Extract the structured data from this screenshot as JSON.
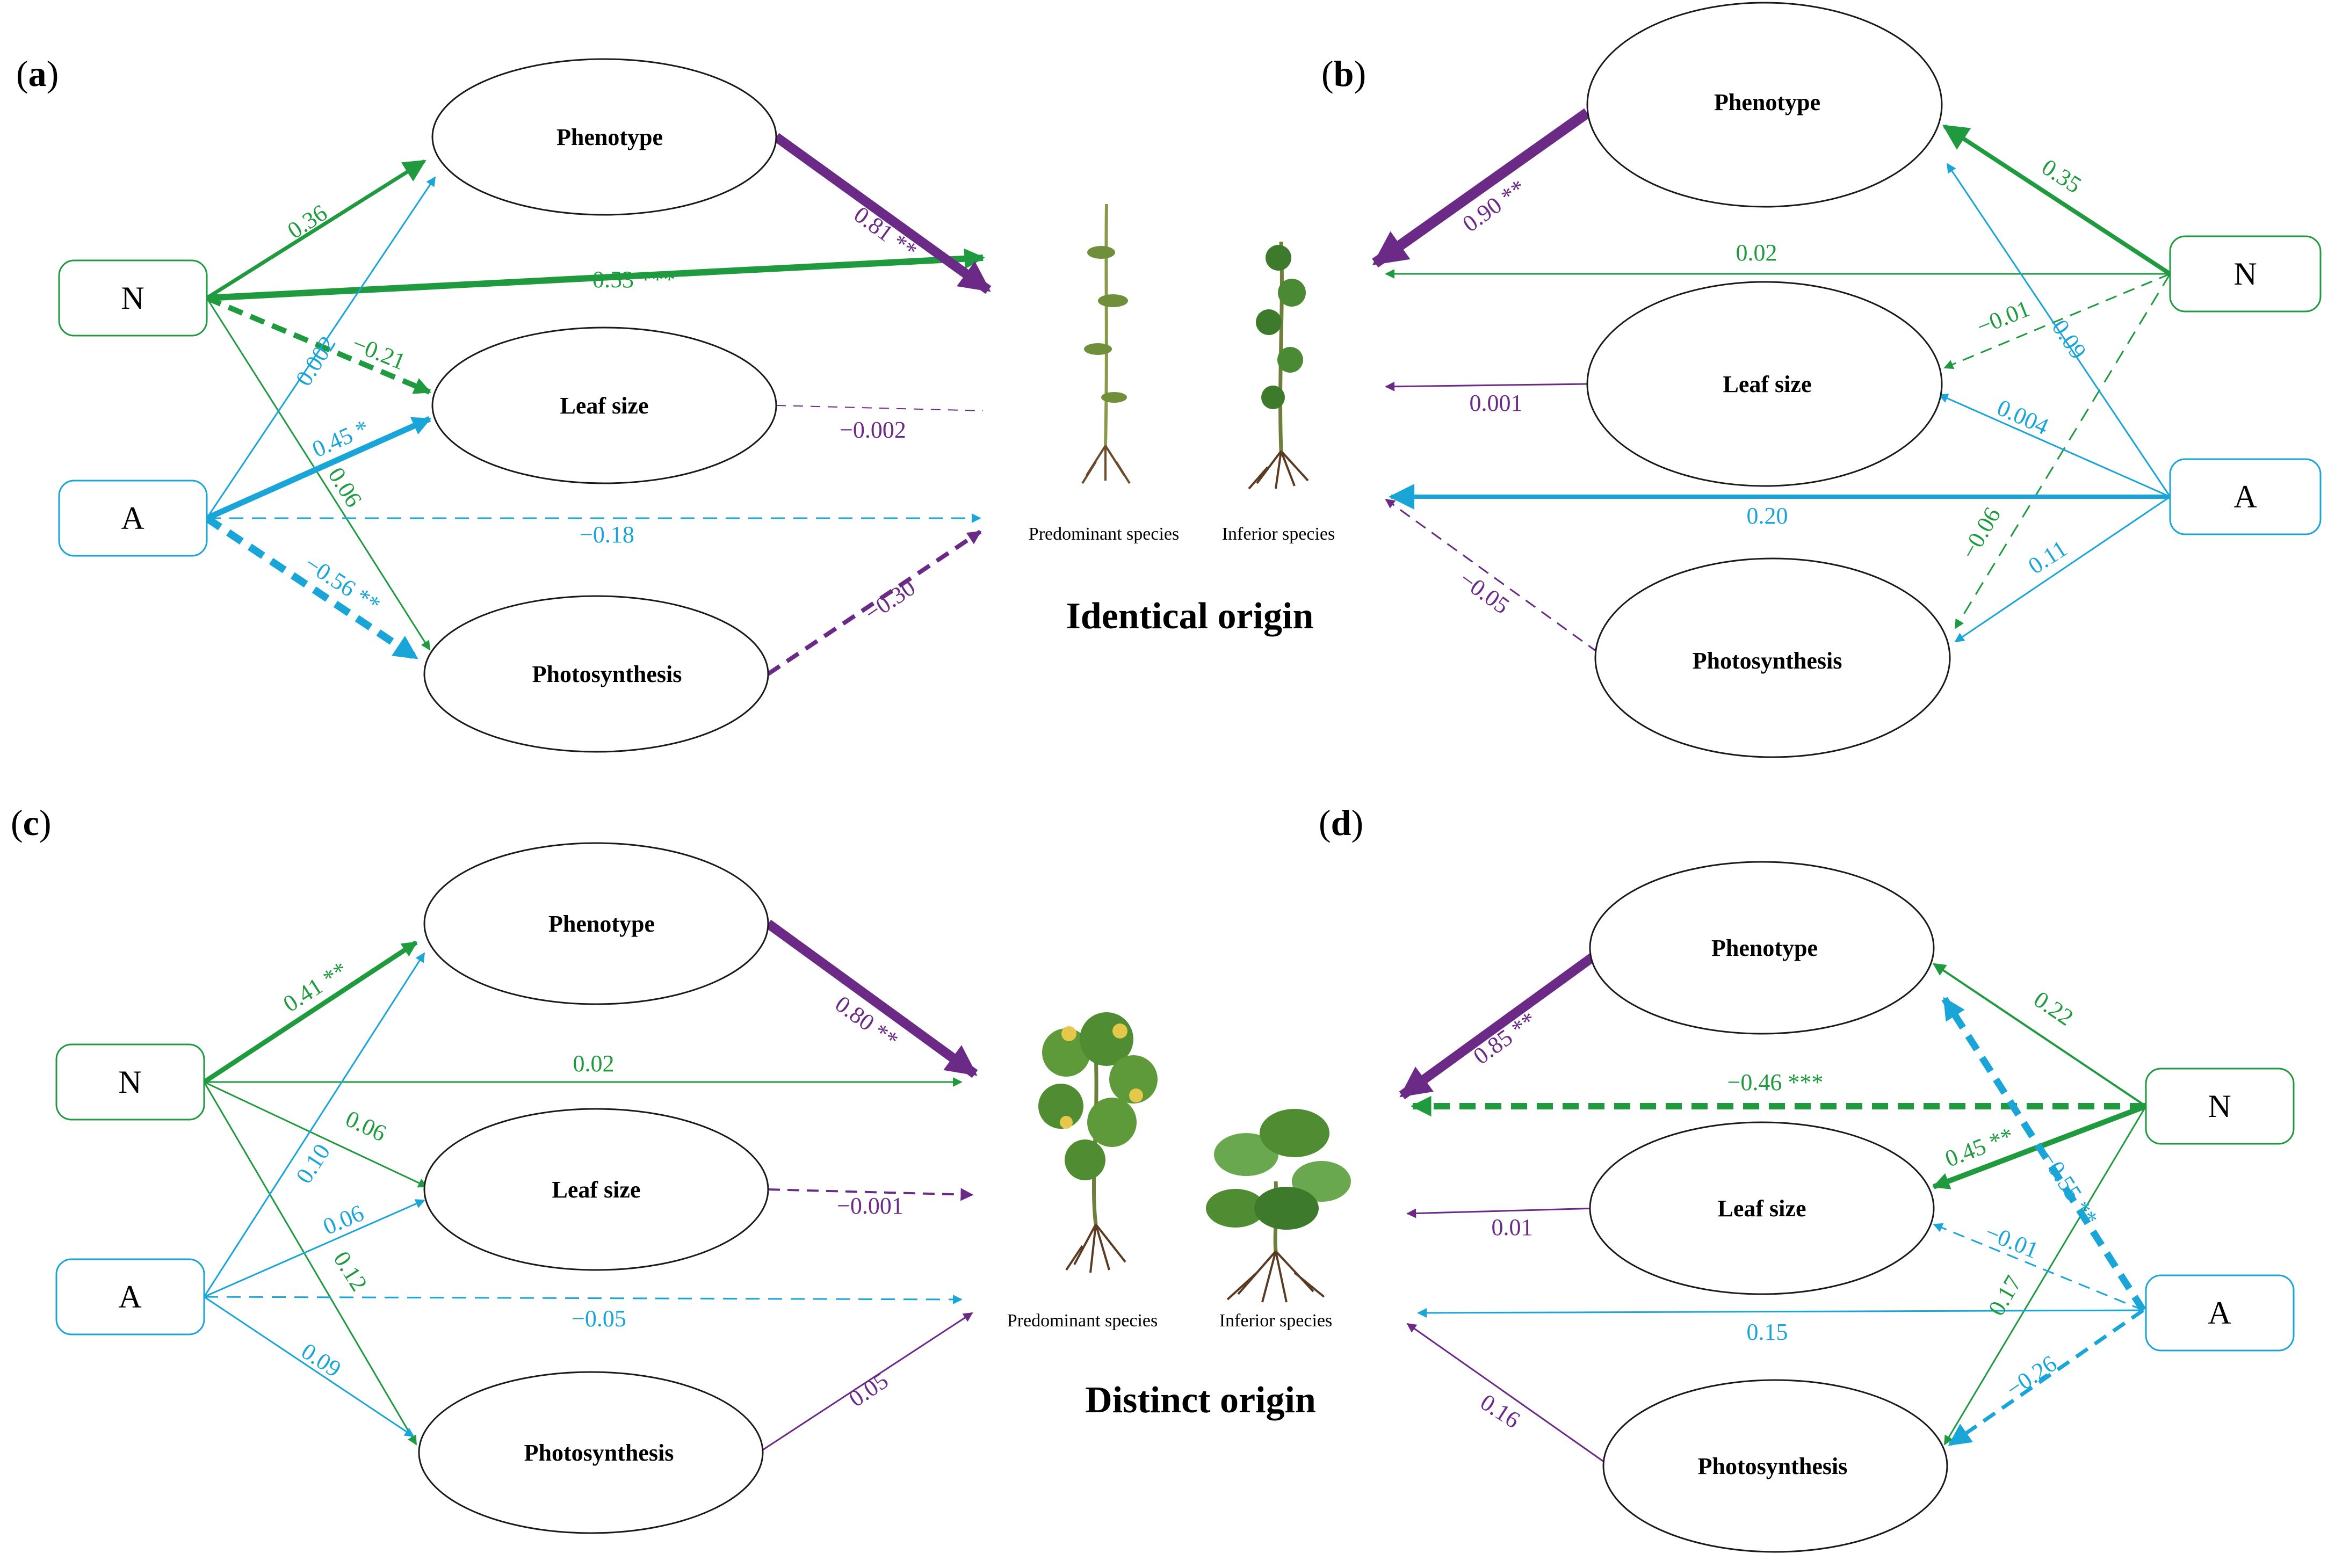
{
  "colors": {
    "N": "#1f9a3e",
    "A": "#1aa5d8",
    "outcome": "#6a2a86",
    "black": "#1a1a1a"
  },
  "labels": {
    "phenotype": "Phenotype",
    "leaf_size": "Leaf size",
    "photosynthesis": "Photosynthesis",
    "N": "N",
    "A": "A",
    "predominant": "Predominant  species",
    "inferior": "Inferior species"
  },
  "panels": {
    "a": {
      "label": "a",
      "origin": "Identical origin"
    },
    "b": {
      "label": "b"
    },
    "c": {
      "label": "c",
      "origin": "Distinct origin"
    },
    "d": {
      "label": "d"
    }
  },
  "paths": {
    "a": {
      "N_phenotype": "0.36",
      "N_target": "0.53 ***",
      "N_leaf": "−0.21",
      "N_photo": "0.06",
      "A_phenotype": "0.002",
      "A_leaf": "0.45 *",
      "A_target": "−0.18",
      "A_photo": "−0.56 **",
      "phenotype_target": "0.81 **",
      "leaf_target": "−0.002",
      "photo_target": "−0.30"
    },
    "b": {
      "phenotype_target": "0.90 **",
      "N_phenotype": "0.35",
      "N_target": "0.02",
      "N_leaf": "−0.01",
      "A_phenotype": "0.09",
      "leaf_target": "0.001",
      "A_leaf": "0.004",
      "A_target": "0.20",
      "N_photo": "−0.06",
      "A_photo": "0.11",
      "photo_target": "−0.05"
    },
    "c": {
      "N_phenotype": "0.41 **",
      "phenotype_target": "0.80 **",
      "N_target": "0.02",
      "N_leaf": "0.06",
      "A_phenotype": "0.10",
      "A_leaf": "0.06",
      "N_photo": "0.12",
      "leaf_target": "−0.001",
      "A_target": "−0.05",
      "A_photo": "0.09",
      "photo_target": "0.05"
    },
    "d": {
      "phenotype_target": "0.85 **",
      "N_phenotype": "0.22",
      "N_target": "−0.46 ***",
      "N_leaf": "0.45 **",
      "A_phenotype": "−0.55 **",
      "A_leaf": "−0.01",
      "leaf_target": "0.01",
      "N_photo": "0.17",
      "A_target": "0.15",
      "A_photo": "−0.26",
      "photo_target": "0.16"
    }
  }
}
